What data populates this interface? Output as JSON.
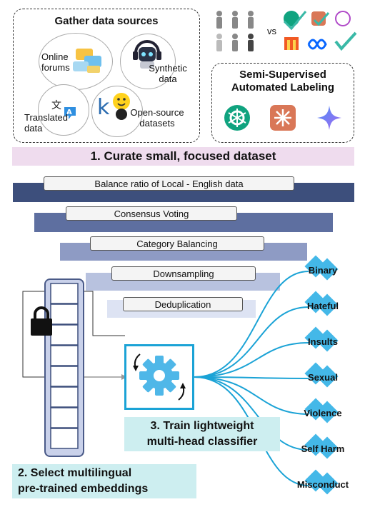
{
  "sources": {
    "title": "Gather data sources",
    "online_forums": "Online\nforums",
    "synthetic_data": "Synthetic\ndata",
    "translated_data": "Translated\ndata",
    "open_source": "Open-source\ndatasets"
  },
  "comparison": {
    "vs_label": "vs"
  },
  "labeling": {
    "title": "Semi-Supervised\nAutomated Labeling"
  },
  "step1": {
    "label": "1. Curate small, focused dataset"
  },
  "funnel": [
    "Balance ratio of Local - English data",
    "Consensus Voting",
    "Category Balancing",
    "Downsampling",
    "Deduplication"
  ],
  "step2": {
    "label": "2. Select multilingual\npre-trained embeddings"
  },
  "step3": {
    "label": "3. Train lightweight\nmulti-head classifier"
  },
  "heads": [
    "Binary",
    "Hateful",
    "Insults",
    "Sexual",
    "Violence",
    "Self Harm",
    "Misconduct"
  ],
  "colors": {
    "step1_bg": "#efdcee",
    "step_bg": "#cdeef0",
    "funnel_dark": "#3d4f7c",
    "funnel_light": "#dde3f3",
    "accent_blue": "#1ba3d6",
    "gear_blue": "#4fb7e8"
  }
}
